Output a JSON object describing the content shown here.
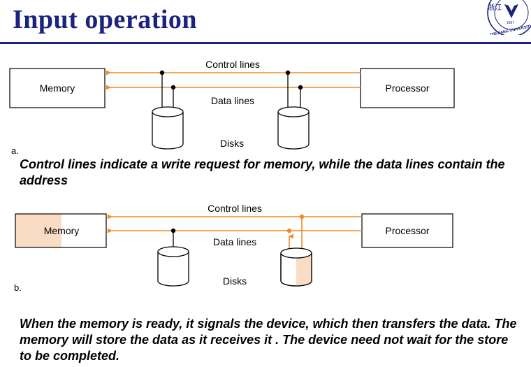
{
  "slide": {
    "title": "Input operation",
    "logo": {
      "icon": "zhejiang-university-logo-icon",
      "text": "ZHEJIANG UNIVERSITY",
      "year": "1897",
      "chars": "浙江"
    }
  },
  "colors": {
    "title": "#1a237e",
    "line": "#f08a24",
    "highlight": "#f8dcc4"
  },
  "diagram_a": {
    "marker": "a.",
    "memory": "Memory",
    "processor": "Processor",
    "control_lines": "Control lines",
    "data_lines": "Data lines",
    "disks": "Disks",
    "caption": "Control lines indicate a write request  for memory, while the data lines contain the address"
  },
  "diagram_b": {
    "marker": "b.",
    "memory": "Memory",
    "processor": "Processor",
    "control_lines": "Control lines",
    "data_lines": "Data lines",
    "disks": "Disks",
    "caption": "When the memory is ready, it signals the device, which then transfers the data. The memory will store the data as it receives it . The device need not wait for the store to be completed."
  }
}
